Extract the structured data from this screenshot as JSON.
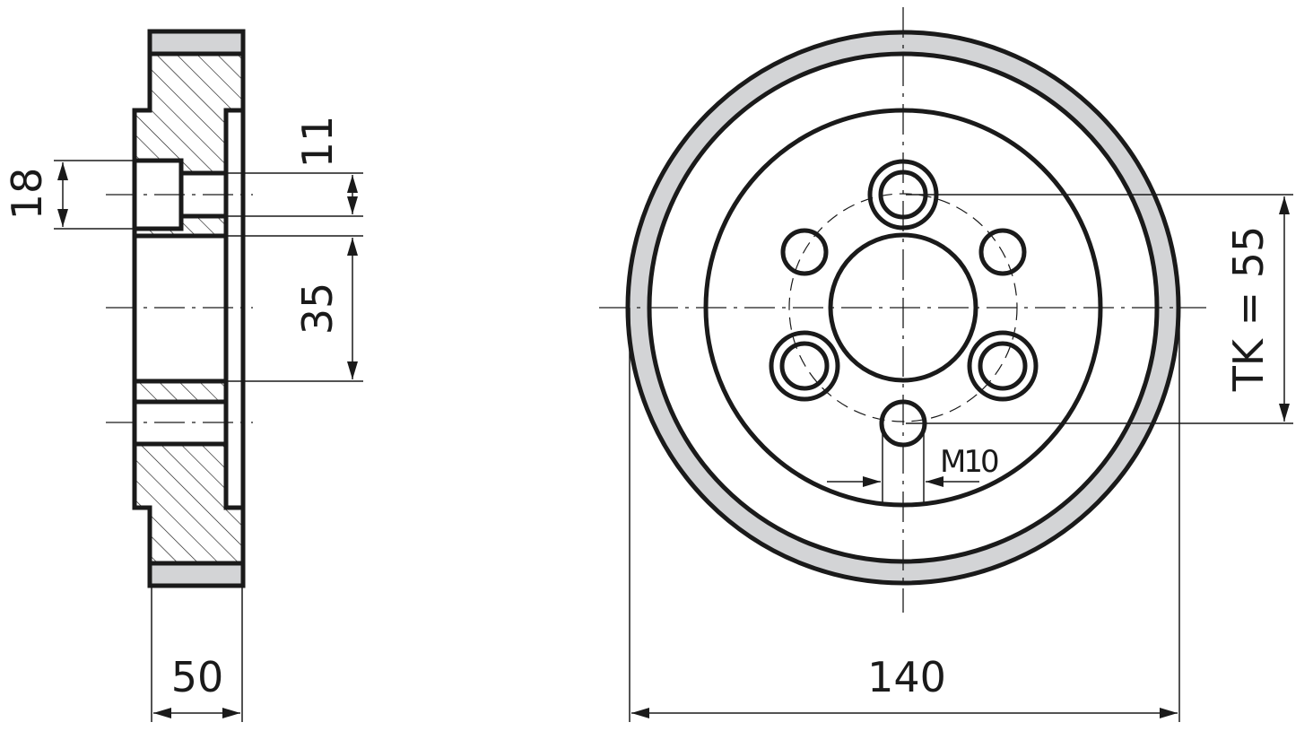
{
  "drawing": {
    "side_view": {
      "dim_counterbore": "18",
      "dim_thread_hole": "11",
      "dim_bore": "35",
      "dim_width": "50"
    },
    "front_view": {
      "dim_outer_diameter": "140",
      "dim_bolt_circle": "TK = 55",
      "dim_thread": "M10"
    },
    "colors": {
      "line": "#1a1a1a",
      "tread": "#d3d4d6",
      "background": "#ffffff"
    }
  }
}
